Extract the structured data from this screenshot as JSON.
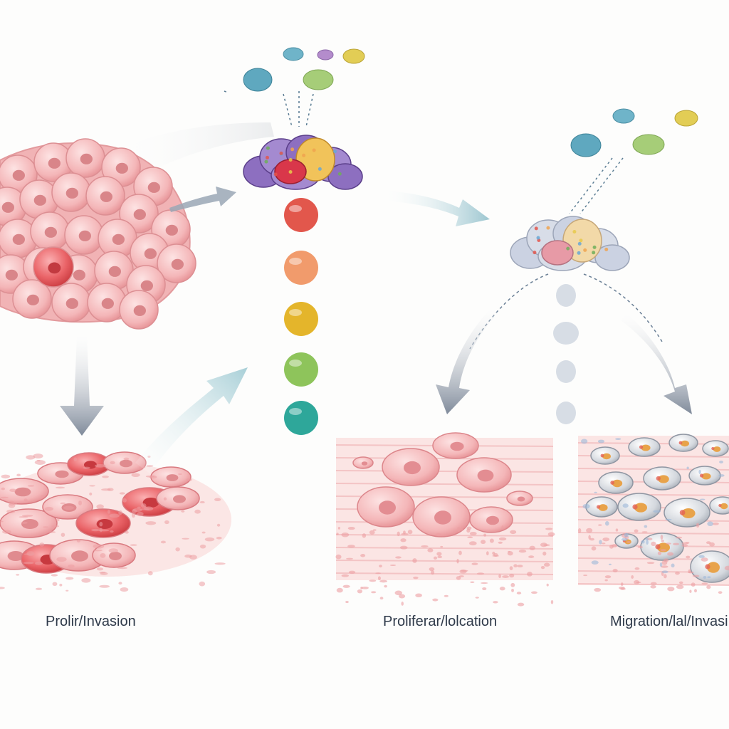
{
  "labels": {
    "left": "Prolir/Invasion",
    "center": "Proliferar/lolcation",
    "right": "Migration/lal/Invasi"
  },
  "colors": {
    "background": "#fdfdfc",
    "cell_pink": "#f4b6b8",
    "cell_red": "#e9595e",
    "cell_gray": "#cfd3da",
    "arrow_gray": "#8d97a6",
    "arrow_teal": "#a5cad3",
    "chain": [
      "#e2574c",
      "#f19b6c",
      "#e4b52b",
      "#8ec45b",
      "#2ea79a"
    ],
    "pale_chain": "#d7dde5",
    "signal_molecules": [
      "#5fa8bf",
      "#a786c2",
      "#d9c14f",
      "#9ecb72"
    ]
  },
  "icons": [
    "tumor-cell-cluster",
    "receptor-complex",
    "signal-molecule",
    "molecule-chain",
    "arrow"
  ]
}
